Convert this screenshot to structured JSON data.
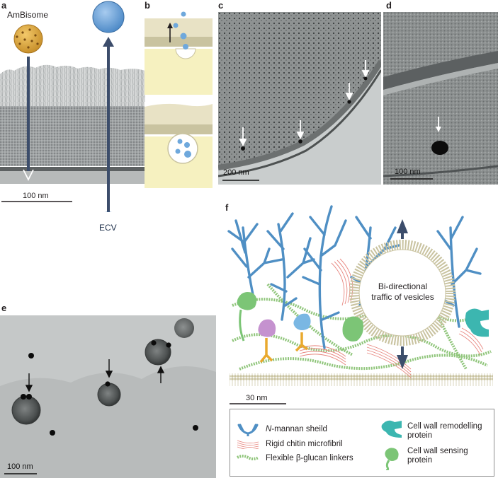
{
  "panels": {
    "a": {
      "label": "a",
      "liposome_label": "AmBisome",
      "vesicle_label": "ECV",
      "scale": "100 nm"
    },
    "b": {
      "label": "b"
    },
    "c": {
      "label": "c",
      "scale": "200 nm"
    },
    "d": {
      "label": "d",
      "scale": "100 nm"
    },
    "e": {
      "label": "e",
      "scale": "100 nm"
    },
    "f": {
      "label": "f",
      "vesicle_text_1": "Bi-directional",
      "vesicle_text_2": "traffic of vesicles",
      "scale": "30 nm"
    }
  },
  "legend": {
    "mannan": "N-mannan sheild",
    "mannan_italic": "N",
    "mannan_rest": "-mannan sheild",
    "chitin": "Rigid chitin microfibril",
    "glucan": "Flexible β-glucan linkers",
    "remodel_1": "Cell wall remodelling",
    "remodel_2": "protein",
    "sensing_1": "Cell wall sensing",
    "sensing_2": "protein"
  },
  "colors": {
    "mannan": "#4f8fc4",
    "chitin": "#e8867f",
    "glucan": "#8fc57a",
    "remodel": "#3cb6b0",
    "sensing": "#7cc576",
    "membrane": "#c9c3a0",
    "vesicle": "#6ea8dc",
    "arrow": "#3c4d6b"
  }
}
